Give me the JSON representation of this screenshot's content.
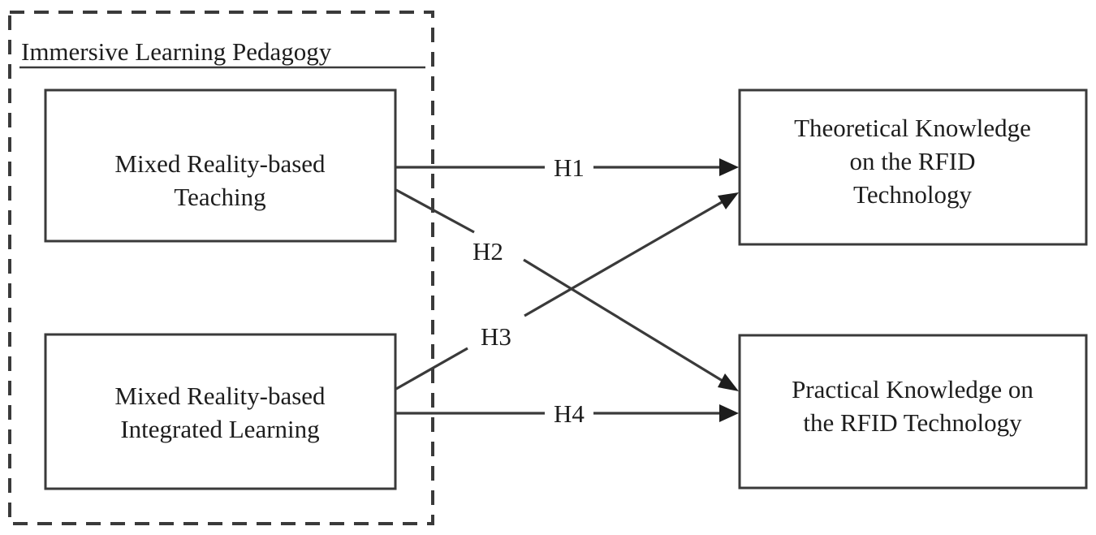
{
  "diagram": {
    "type": "research-model-path-diagram",
    "background_color": "#ffffff",
    "line_color": "#3a3a3a",
    "text_color": "#1d1d1d",
    "group": {
      "title": "Immersive Learning Pedagogy",
      "border_style": "dashed",
      "title_underlined": true
    },
    "nodes": [
      {
        "id": "mr-teaching",
        "line1": "Mixed Reality-based",
        "line2": "Teaching",
        "line3": "",
        "side": "left",
        "position": "top"
      },
      {
        "id": "mr-integrated-learning",
        "line1": "Mixed Reality-based",
        "line2": "Integrated Learning",
        "line3": "",
        "side": "left",
        "position": "bottom"
      },
      {
        "id": "theoretical-knowledge",
        "line1": "Theoretical Knowledge",
        "line2": "on the RFID",
        "line3": "Technology",
        "side": "right",
        "position": "top"
      },
      {
        "id": "practical-knowledge",
        "line1": "Practical Knowledge on",
        "line2": "the RFID Technology",
        "line3": "",
        "side": "right",
        "position": "bottom"
      }
    ],
    "hypotheses": [
      {
        "id": "h1",
        "label": "H1",
        "from": "mr-teaching",
        "to": "theoretical-knowledge",
        "shape": "horizontal"
      },
      {
        "id": "h2",
        "label": "H2",
        "from": "mr-teaching",
        "to": "practical-knowledge",
        "shape": "diagonal-down"
      },
      {
        "id": "h3",
        "label": "H3",
        "from": "mr-integrated-learning",
        "to": "theoretical-knowledge",
        "shape": "diagonal-up"
      },
      {
        "id": "h4",
        "label": "H4",
        "from": "mr-integrated-learning",
        "to": "practical-knowledge",
        "shape": "horizontal"
      }
    ]
  }
}
